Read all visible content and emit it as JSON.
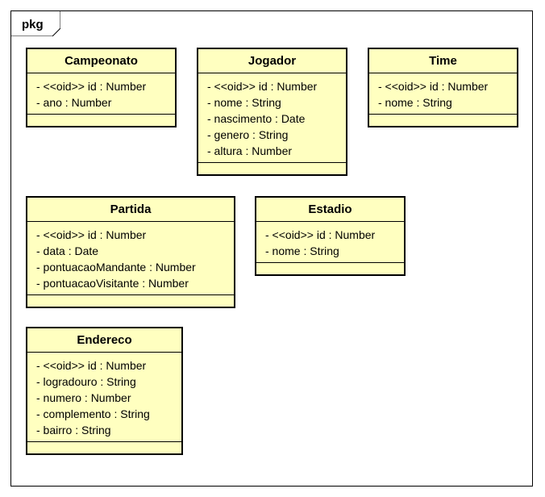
{
  "package": {
    "label": "pkg"
  },
  "classes": {
    "campeonato": {
      "name": "Campeonato",
      "attributes": [
        "- <<oid>> id : Number",
        "- ano : Number"
      ]
    },
    "jogador": {
      "name": "Jogador",
      "attributes": [
        "- <<oid>> id : Number",
        "- nome : String",
        "- nascimento : Date",
        "- genero : String",
        "- altura : Number"
      ]
    },
    "time": {
      "name": "Time",
      "attributes": [
        "- <<oid>> id : Number",
        "- nome : String"
      ]
    },
    "partida": {
      "name": "Partida",
      "attributes": [
        "- <<oid>> id : Number",
        "- data : Date",
        "- pontuacaoMandante : Number",
        "- pontuacaoVisitante : Number"
      ]
    },
    "estadio": {
      "name": "Estadio",
      "attributes": [
        "- <<oid>> id : Number",
        "- nome : String"
      ]
    },
    "endereco": {
      "name": "Endereco",
      "attributes": [
        "- <<oid>> id : Number",
        "- logradouro : String",
        "- numero : Number",
        "- complemento : String",
        "- bairro : String"
      ]
    }
  },
  "colors": {
    "class_fill": "#ffffc0",
    "border": "#000000"
  }
}
